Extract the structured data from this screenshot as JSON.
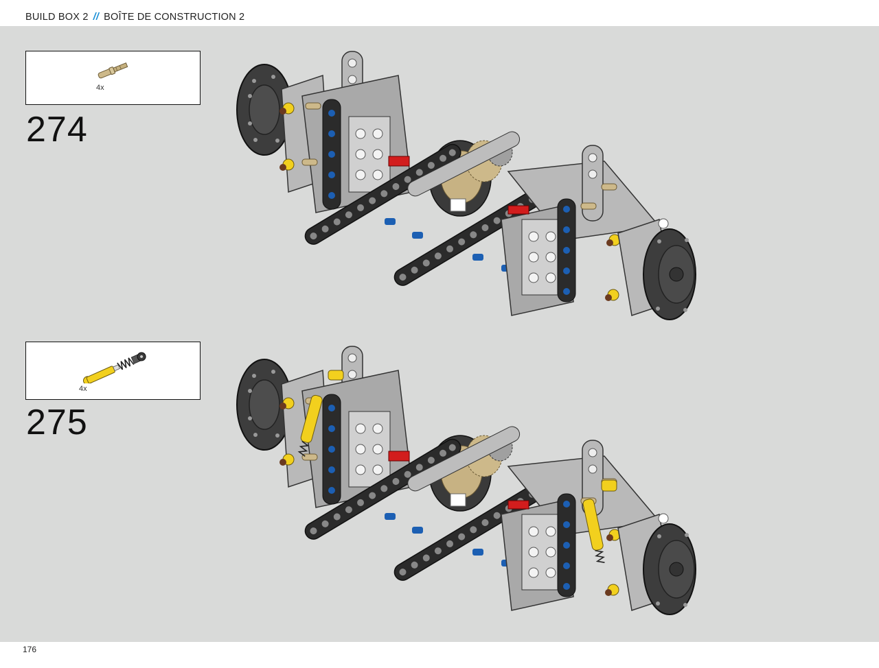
{
  "header": {
    "build_box": "BUILD BOX 2",
    "separator": "//",
    "build_box_fr": "BOÎTE DE CONSTRUCTION 2"
  },
  "steps": [
    {
      "number": "274",
      "part_quantity": "4x",
      "part_icon": "tan-axle-pin-icon"
    },
    {
      "number": "275",
      "part_quantity": "4x",
      "part_icon": "yellow-shock-absorber-icon"
    }
  ],
  "page_number": "176",
  "colors": {
    "background": "#d9dad9",
    "accent": "#1a8fd6",
    "beam_dark": "#2b2b2b",
    "beam_grey": "#b9b9b9",
    "yellow": "#f2d01e",
    "tan": "#cdb98a",
    "blue": "#1c5fb3",
    "red": "#d21d1d"
  }
}
